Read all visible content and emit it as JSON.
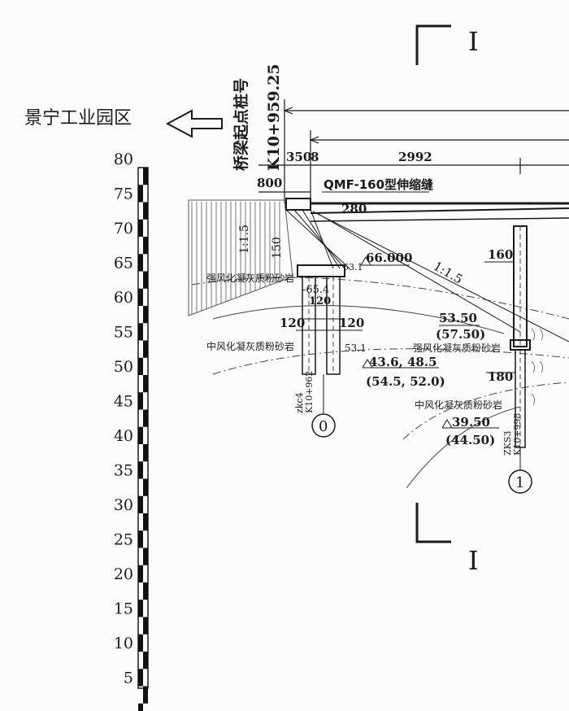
{
  "direction": {
    "label": "景宁工业园区"
  },
  "pile_label": {
    "title": "桥梁起点桩号",
    "station": "K10+959.25"
  },
  "section_mark": "I",
  "scale": {
    "ticks": [
      "80",
      "75",
      "70",
      "65",
      "60",
      "55",
      "50",
      "45",
      "40",
      "35",
      "30",
      "25",
      "20",
      "15",
      "10",
      "5"
    ]
  },
  "dimensions": {
    "d350": "350",
    "d8": "8",
    "d2992": "2992",
    "d800": "800",
    "d280": "280",
    "d160": "160",
    "d180": "180",
    "d120a": "120",
    "d120b": "120",
    "joint": "QMF-160型伸缩缝"
  },
  "elevations": {
    "e66": "66.000",
    "e53": "53.50",
    "e57": "(57.50)",
    "e43": "43.6, 48.5",
    "e54": "(54.5, 52.0)",
    "e39": "39.50",
    "e44": "(44.50)",
    "e631": "63.1",
    "e654": "-65.4",
    "e531": "53.1"
  },
  "strata": {
    "strong1": "强风化凝灰质粉砂岩",
    "strong2": "强风化凝灰质粉砂岩",
    "moderate1": "中风化凝灰质粉砂岩",
    "moderate2": "中风化凝灰质粉砂岩"
  },
  "slopes": {
    "s1": "1:1.5",
    "s2": "1:1.5"
  },
  "boreholes": {
    "zk1": "zkc4",
    "zk1_st": "K10+962",
    "zk2": "ZKS3",
    "zk2_st": "K10+998"
  },
  "abutment_label": "150",
  "piers": {
    "p0": "0",
    "p1": "1"
  }
}
